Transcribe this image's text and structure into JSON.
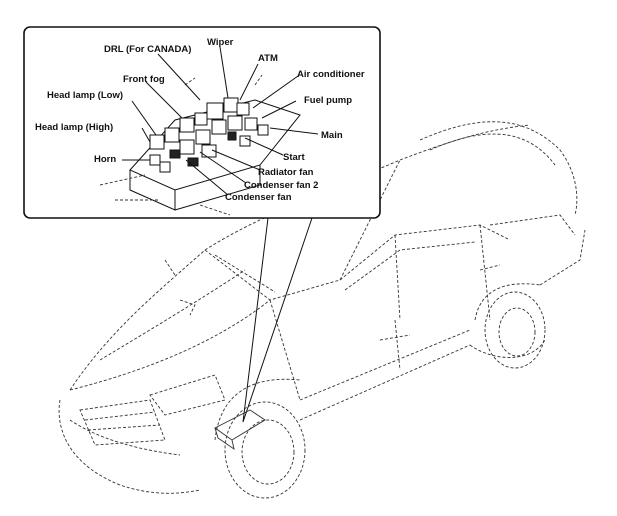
{
  "labels": {
    "drl": "DRL (For CANADA)",
    "wiper": "Wiper",
    "atm": "ATM",
    "air_conditioner": "Air conditioner",
    "front_fog": "Front fog",
    "fuel_pump": "Fuel pump",
    "head_lamp_low": "Head lamp (Low)",
    "head_lamp_high": "Head lamp (High)",
    "main": "Main",
    "start": "Start",
    "horn": "Horn",
    "radiator_fan": "Radiator fan",
    "condenser_fan_2": "Condenser fan 2",
    "condenser_fan": "Condenser fan"
  }
}
